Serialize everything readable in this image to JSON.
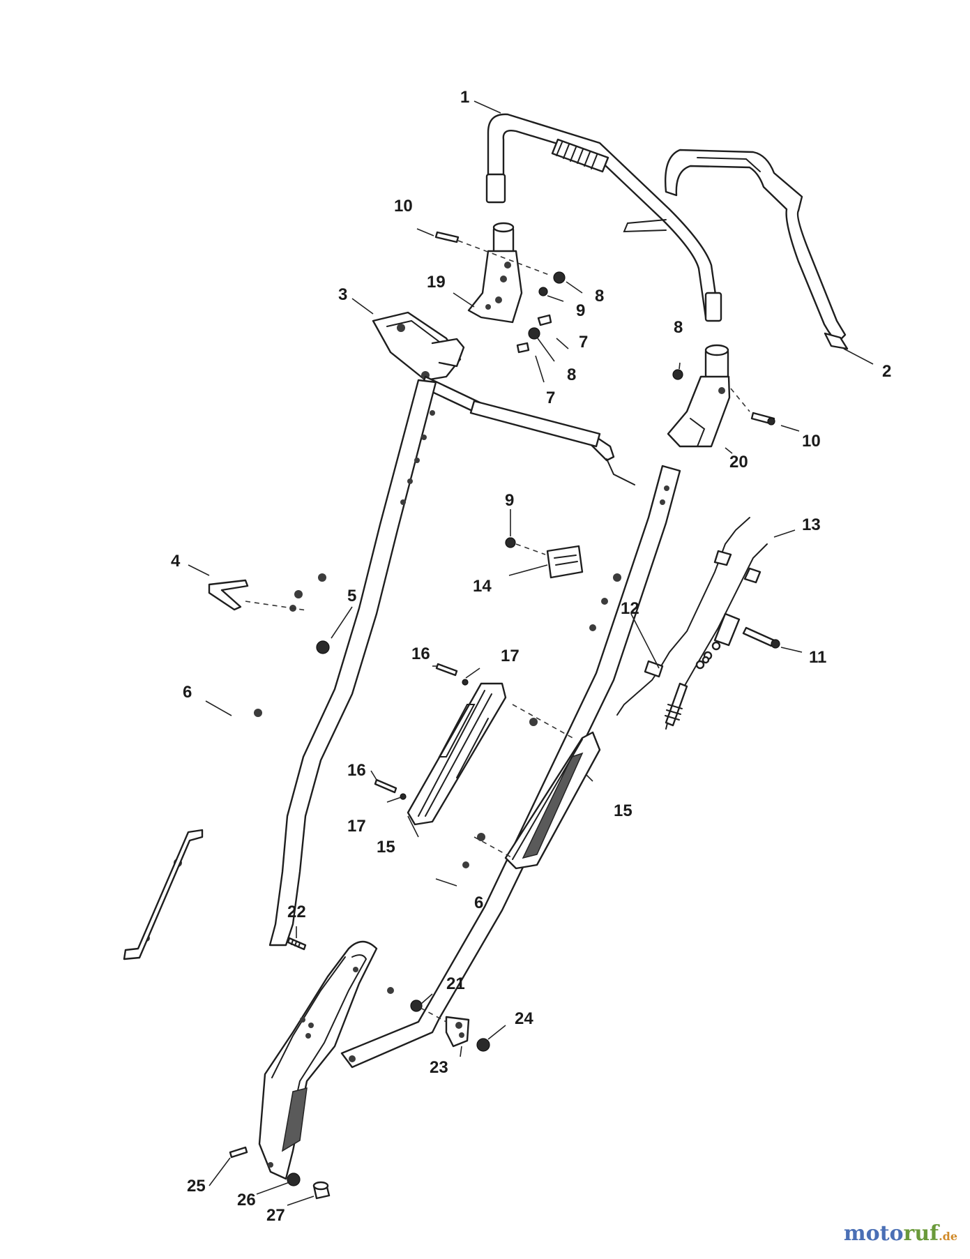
{
  "diagram": {
    "callouts": [
      {
        "id": "c1",
        "label": "1"
      },
      {
        "id": "c2",
        "label": "2"
      },
      {
        "id": "c3",
        "label": "3"
      },
      {
        "id": "c4",
        "label": "4"
      },
      {
        "id": "c5",
        "label": "5"
      },
      {
        "id": "c6a",
        "label": "6"
      },
      {
        "id": "c6b",
        "label": "6"
      },
      {
        "id": "c7a",
        "label": "7"
      },
      {
        "id": "c7b",
        "label": "7"
      },
      {
        "id": "c8a",
        "label": "8"
      },
      {
        "id": "c8b",
        "label": "8"
      },
      {
        "id": "c8c",
        "label": "8"
      },
      {
        "id": "c9a",
        "label": "9"
      },
      {
        "id": "c9b",
        "label": "9"
      },
      {
        "id": "c10a",
        "label": "10"
      },
      {
        "id": "c10b",
        "label": "10"
      },
      {
        "id": "c11",
        "label": "11"
      },
      {
        "id": "c12",
        "label": "12"
      },
      {
        "id": "c13",
        "label": "13"
      },
      {
        "id": "c14",
        "label": "14"
      },
      {
        "id": "c15a",
        "label": "15"
      },
      {
        "id": "c15b",
        "label": "15"
      },
      {
        "id": "c16a",
        "label": "16"
      },
      {
        "id": "c16b",
        "label": "16"
      },
      {
        "id": "c17a",
        "label": "17"
      },
      {
        "id": "c17b",
        "label": "17"
      },
      {
        "id": "c19",
        "label": "19"
      },
      {
        "id": "c20",
        "label": "20"
      },
      {
        "id": "c21",
        "label": "21"
      },
      {
        "id": "c22",
        "label": "22"
      },
      {
        "id": "c23",
        "label": "23"
      },
      {
        "id": "c24",
        "label": "24"
      },
      {
        "id": "c25",
        "label": "25"
      },
      {
        "id": "c26",
        "label": "26"
      },
      {
        "id": "c27",
        "label": "27"
      }
    ]
  },
  "watermark": {
    "part1": "moto",
    "part2": "ruf",
    "part3": ".de"
  }
}
